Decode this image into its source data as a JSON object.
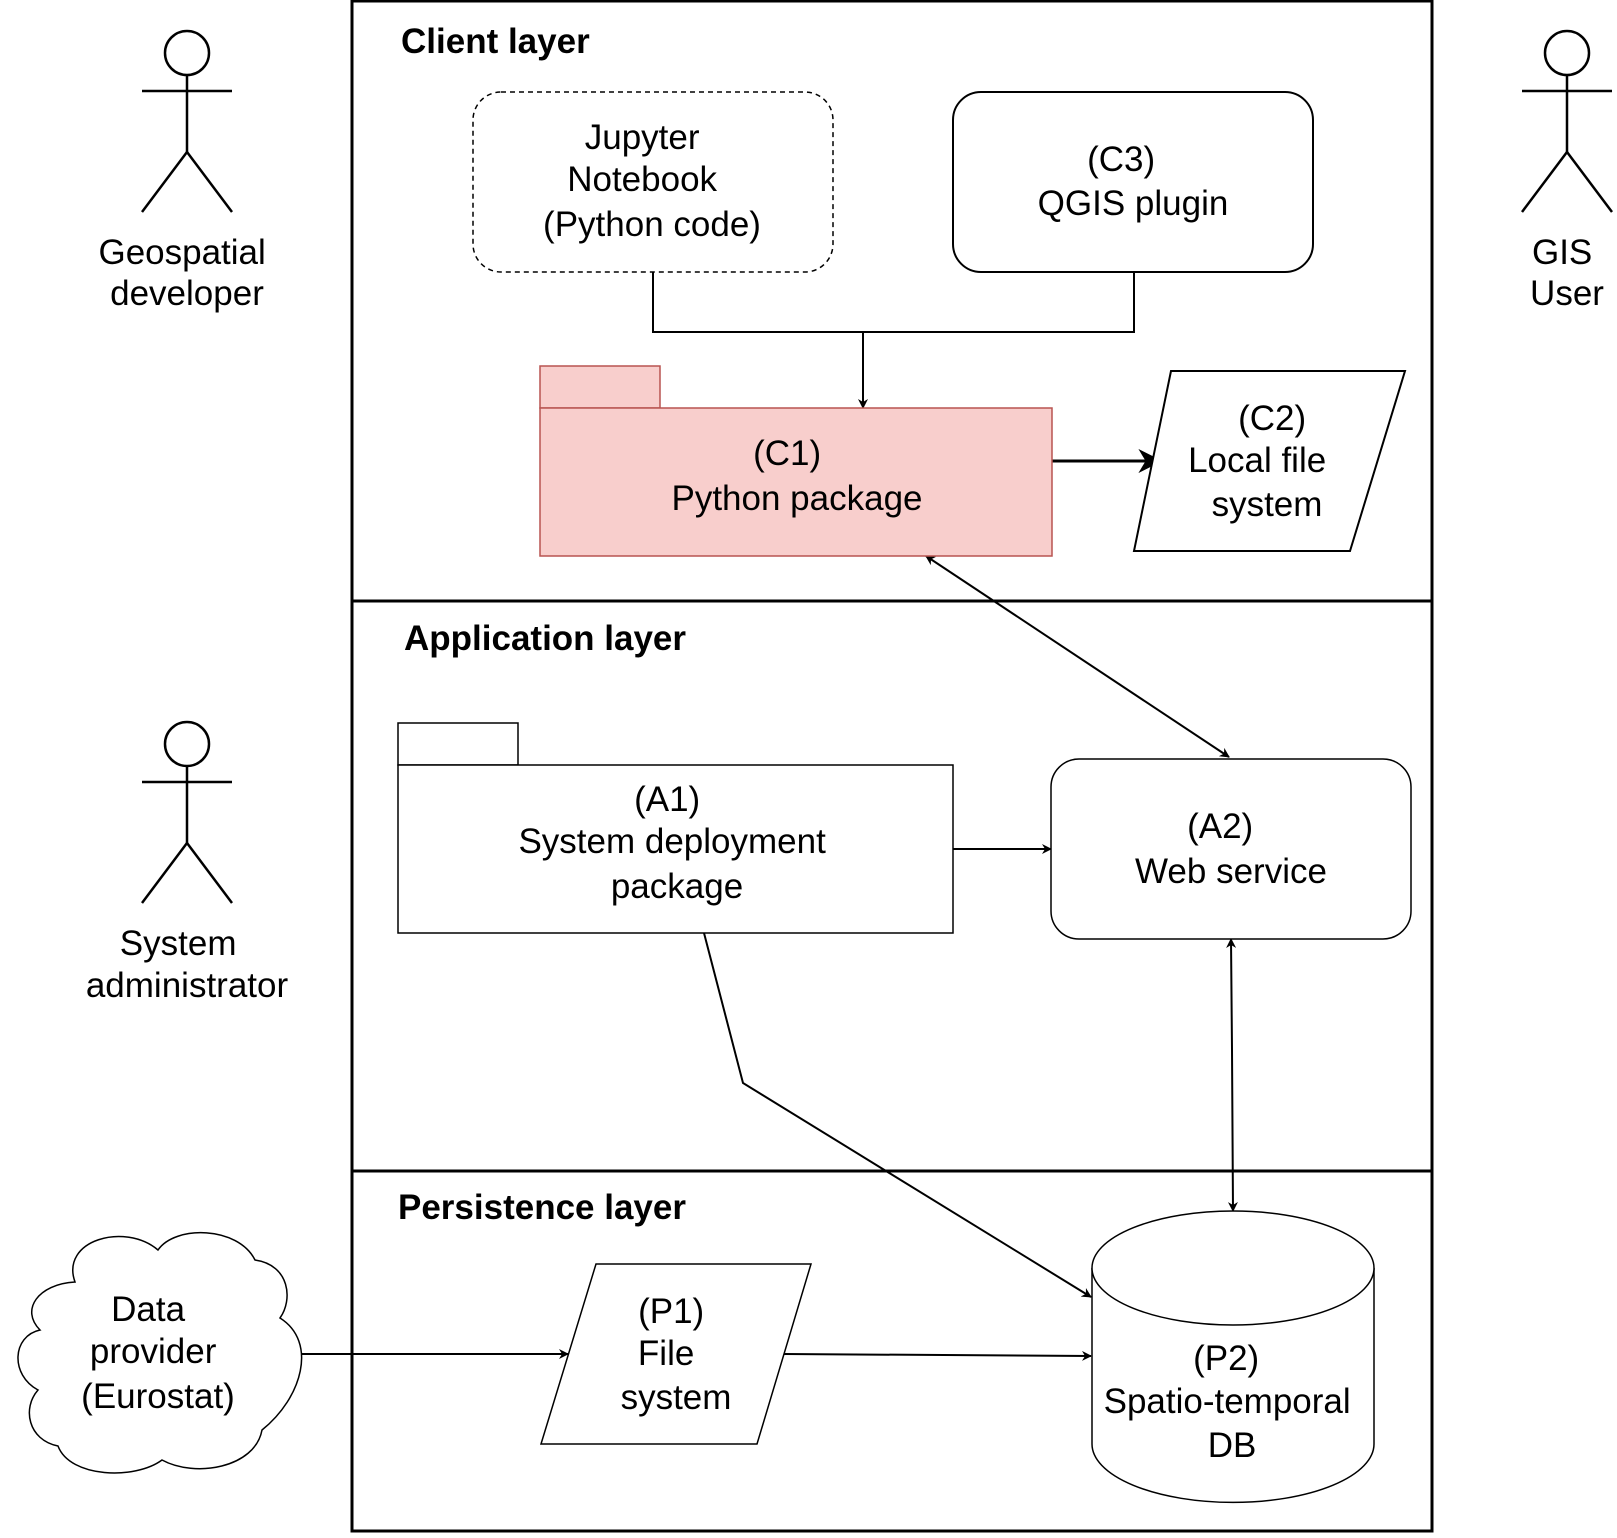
{
  "layers": {
    "client": {
      "title": "Client layer"
    },
    "application": {
      "title": "Application layer"
    },
    "persistence": {
      "title": "Persistence layer"
    }
  },
  "actors": {
    "geospatial_developer": {
      "lines": [
        "Geospatial",
        "developer"
      ]
    },
    "gis_user": {
      "lines": [
        "GIS",
        "User"
      ]
    },
    "system_administrator": {
      "lines": [
        "System",
        "administrator"
      ]
    }
  },
  "nodes": {
    "jupyter": {
      "lines": [
        "Jupyter",
        "Notebook",
        "(Python code)"
      ]
    },
    "c3": {
      "lines": [
        "(C3)",
        "QGIS plugin"
      ]
    },
    "c1": {
      "lines": [
        "(C1)",
        "Python package"
      ]
    },
    "c2": {
      "lines": [
        "(C2)",
        "Local file",
        "system"
      ]
    },
    "a1": {
      "lines": [
        "(A1)",
        "System deployment",
        "package"
      ]
    },
    "a2": {
      "lines": [
        "(A2)",
        "Web service"
      ]
    },
    "data_provider": {
      "lines": [
        "Data",
        "provider",
        "(Eurostat)"
      ]
    },
    "p1": {
      "lines": [
        "(P1)",
        "File",
        "system"
      ]
    },
    "p2": {
      "lines": [
        "(P2)",
        "Spatio-temporal",
        "DB"
      ]
    }
  },
  "colors": {
    "highlight_fill": "#f8cecc",
    "highlight_stroke": "#b85450",
    "line": "#000000",
    "background": "#ffffff"
  }
}
